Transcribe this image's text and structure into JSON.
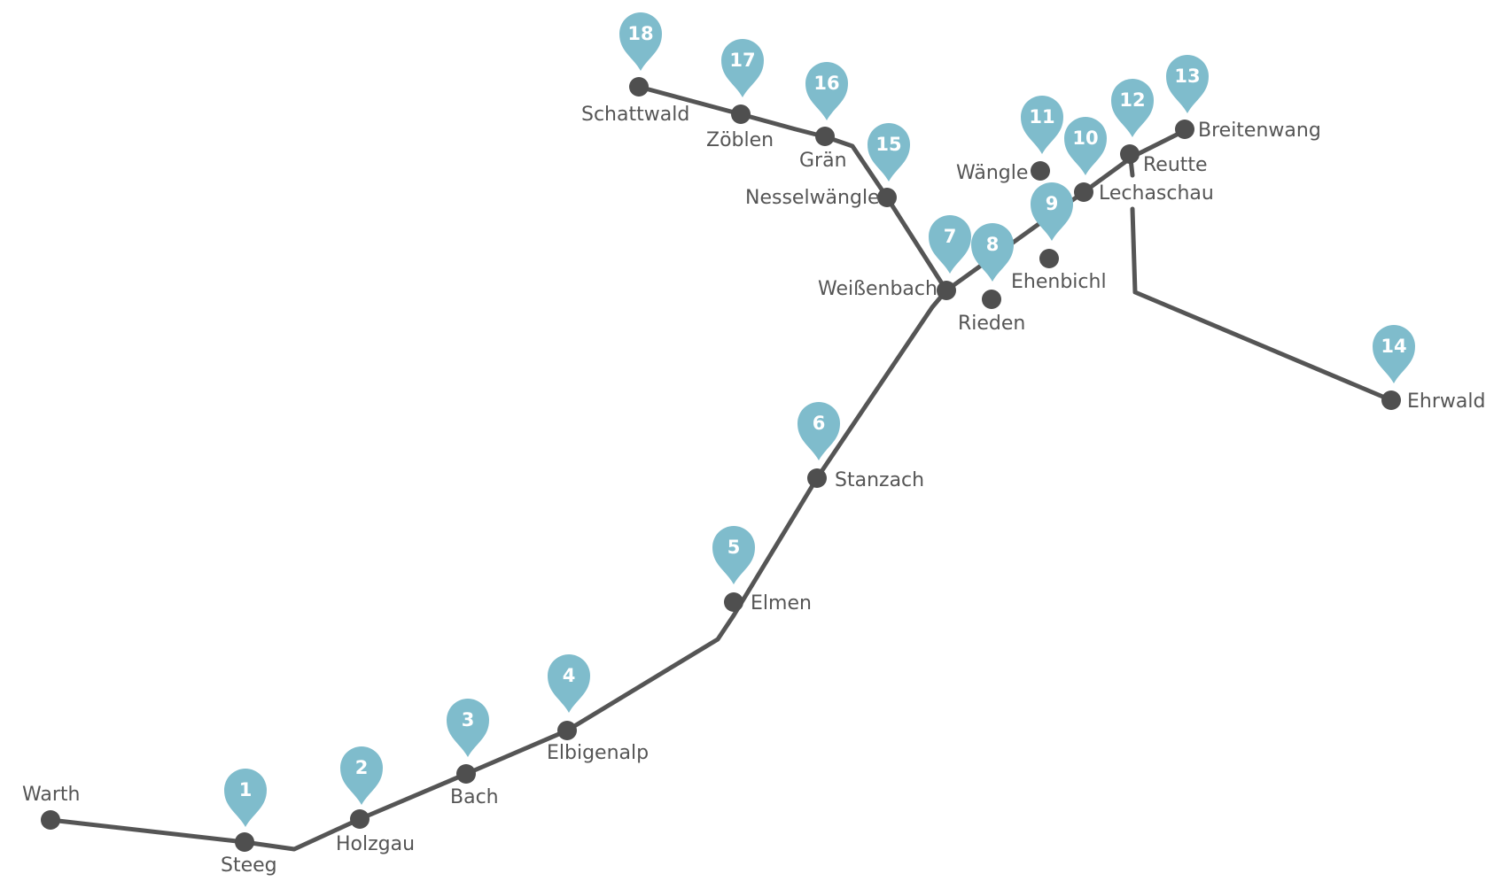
{
  "colors": {
    "route": "#555555",
    "stop": "#4f4f4f",
    "pin": "#7fbccc",
    "label": "#555555"
  },
  "places": {
    "warth": "Warth",
    "steeg": "Steeg",
    "holzgau": "Holzgau",
    "bach": "Bach",
    "elbigenalp": "Elbigenalp",
    "elmen": "Elmen",
    "stanzach": "Stanzach",
    "weissenbach": "Weißenbach",
    "rieden": "Rieden",
    "ehenbichl": "Ehenbichl",
    "lechaschau": "Lechaschau",
    "waengle": "Wängle",
    "reutte": "Reutte",
    "breitenwang": "Breitenwang",
    "ehrwald": "Ehrwald",
    "nesselwaengle": "Nesselwängle",
    "graen": "Grän",
    "zoeblen": "Zöblen",
    "schattwald": "Schattwald"
  },
  "pins": {
    "p1": "1",
    "p2": "2",
    "p3": "3",
    "p4": "4",
    "p5": "5",
    "p6": "6",
    "p7": "7",
    "p8": "8",
    "p9": "9",
    "p10": "10",
    "p11": "11",
    "p12": "12",
    "p13": "13",
    "p14": "14",
    "p15": "15",
    "p16": "16",
    "p17": "17",
    "p18": "18"
  }
}
